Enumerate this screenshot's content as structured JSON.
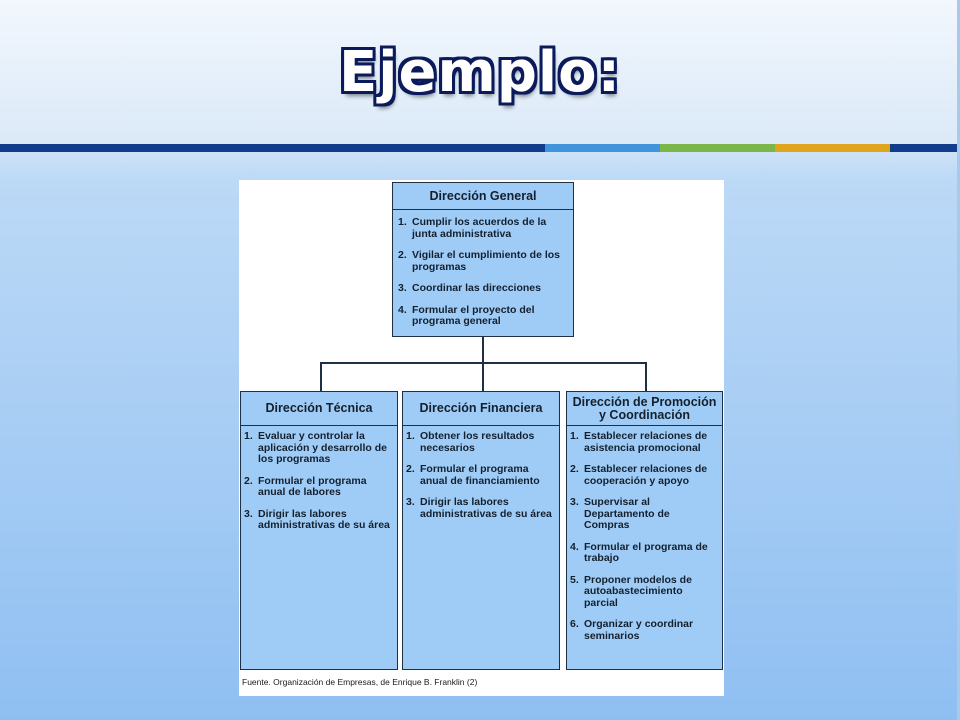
{
  "slide": {
    "title": "Ejemplo:"
  },
  "org_chart": {
    "general": {
      "title": "Dirección General",
      "items": [
        {
          "num": "1.",
          "text": "Cumplir los acuerdos de la junta administrativa"
        },
        {
          "num": "2.",
          "text": "Vigilar el cumplimiento de los programas"
        },
        {
          "num": "3.",
          "text": "Coordinar las direcciones"
        },
        {
          "num": "4.",
          "text": "Formular el proyecto del programa general"
        }
      ]
    },
    "tecnica": {
      "title": "Dirección Técnica",
      "items": [
        {
          "num": "1.",
          "text": "Evaluar y controlar la aplicación y desarrollo de los programas"
        },
        {
          "num": "2.",
          "text": "Formular el programa anual de labores"
        },
        {
          "num": "3.",
          "text": "Dirigir las labores administrativas de su área"
        }
      ]
    },
    "financiera": {
      "title": "Dirección Financiera",
      "items": [
        {
          "num": "1.",
          "text": "Obtener los resultados necesarios"
        },
        {
          "num": "2.",
          "text": "Formular el programa anual de financiamiento"
        },
        {
          "num": "3.",
          "text": "Dirigir las labores administrativas de su área"
        }
      ]
    },
    "promocion": {
      "title_line1": "Dirección de Promoción",
      "title_line2": "y Coordinación",
      "items": [
        {
          "num": "1.",
          "text": "Establecer relaciones de asistencia promocional"
        },
        {
          "num": "2.",
          "text": "Establecer relaciones de cooperación y apoyo"
        },
        {
          "num": "3.",
          "text": "Supervisar al Departamento de Compras"
        },
        {
          "num": "4.",
          "text": "Formular el programa de trabajo"
        },
        {
          "num": "5.",
          "text": "Proponer modelos de autoabastecimiento parcial"
        },
        {
          "num": "6.",
          "text": "Organizar y coordinar seminarios"
        }
      ]
    },
    "source": "Fuente. Organización de Empresas, de Enrique B. Franklin (2)"
  }
}
